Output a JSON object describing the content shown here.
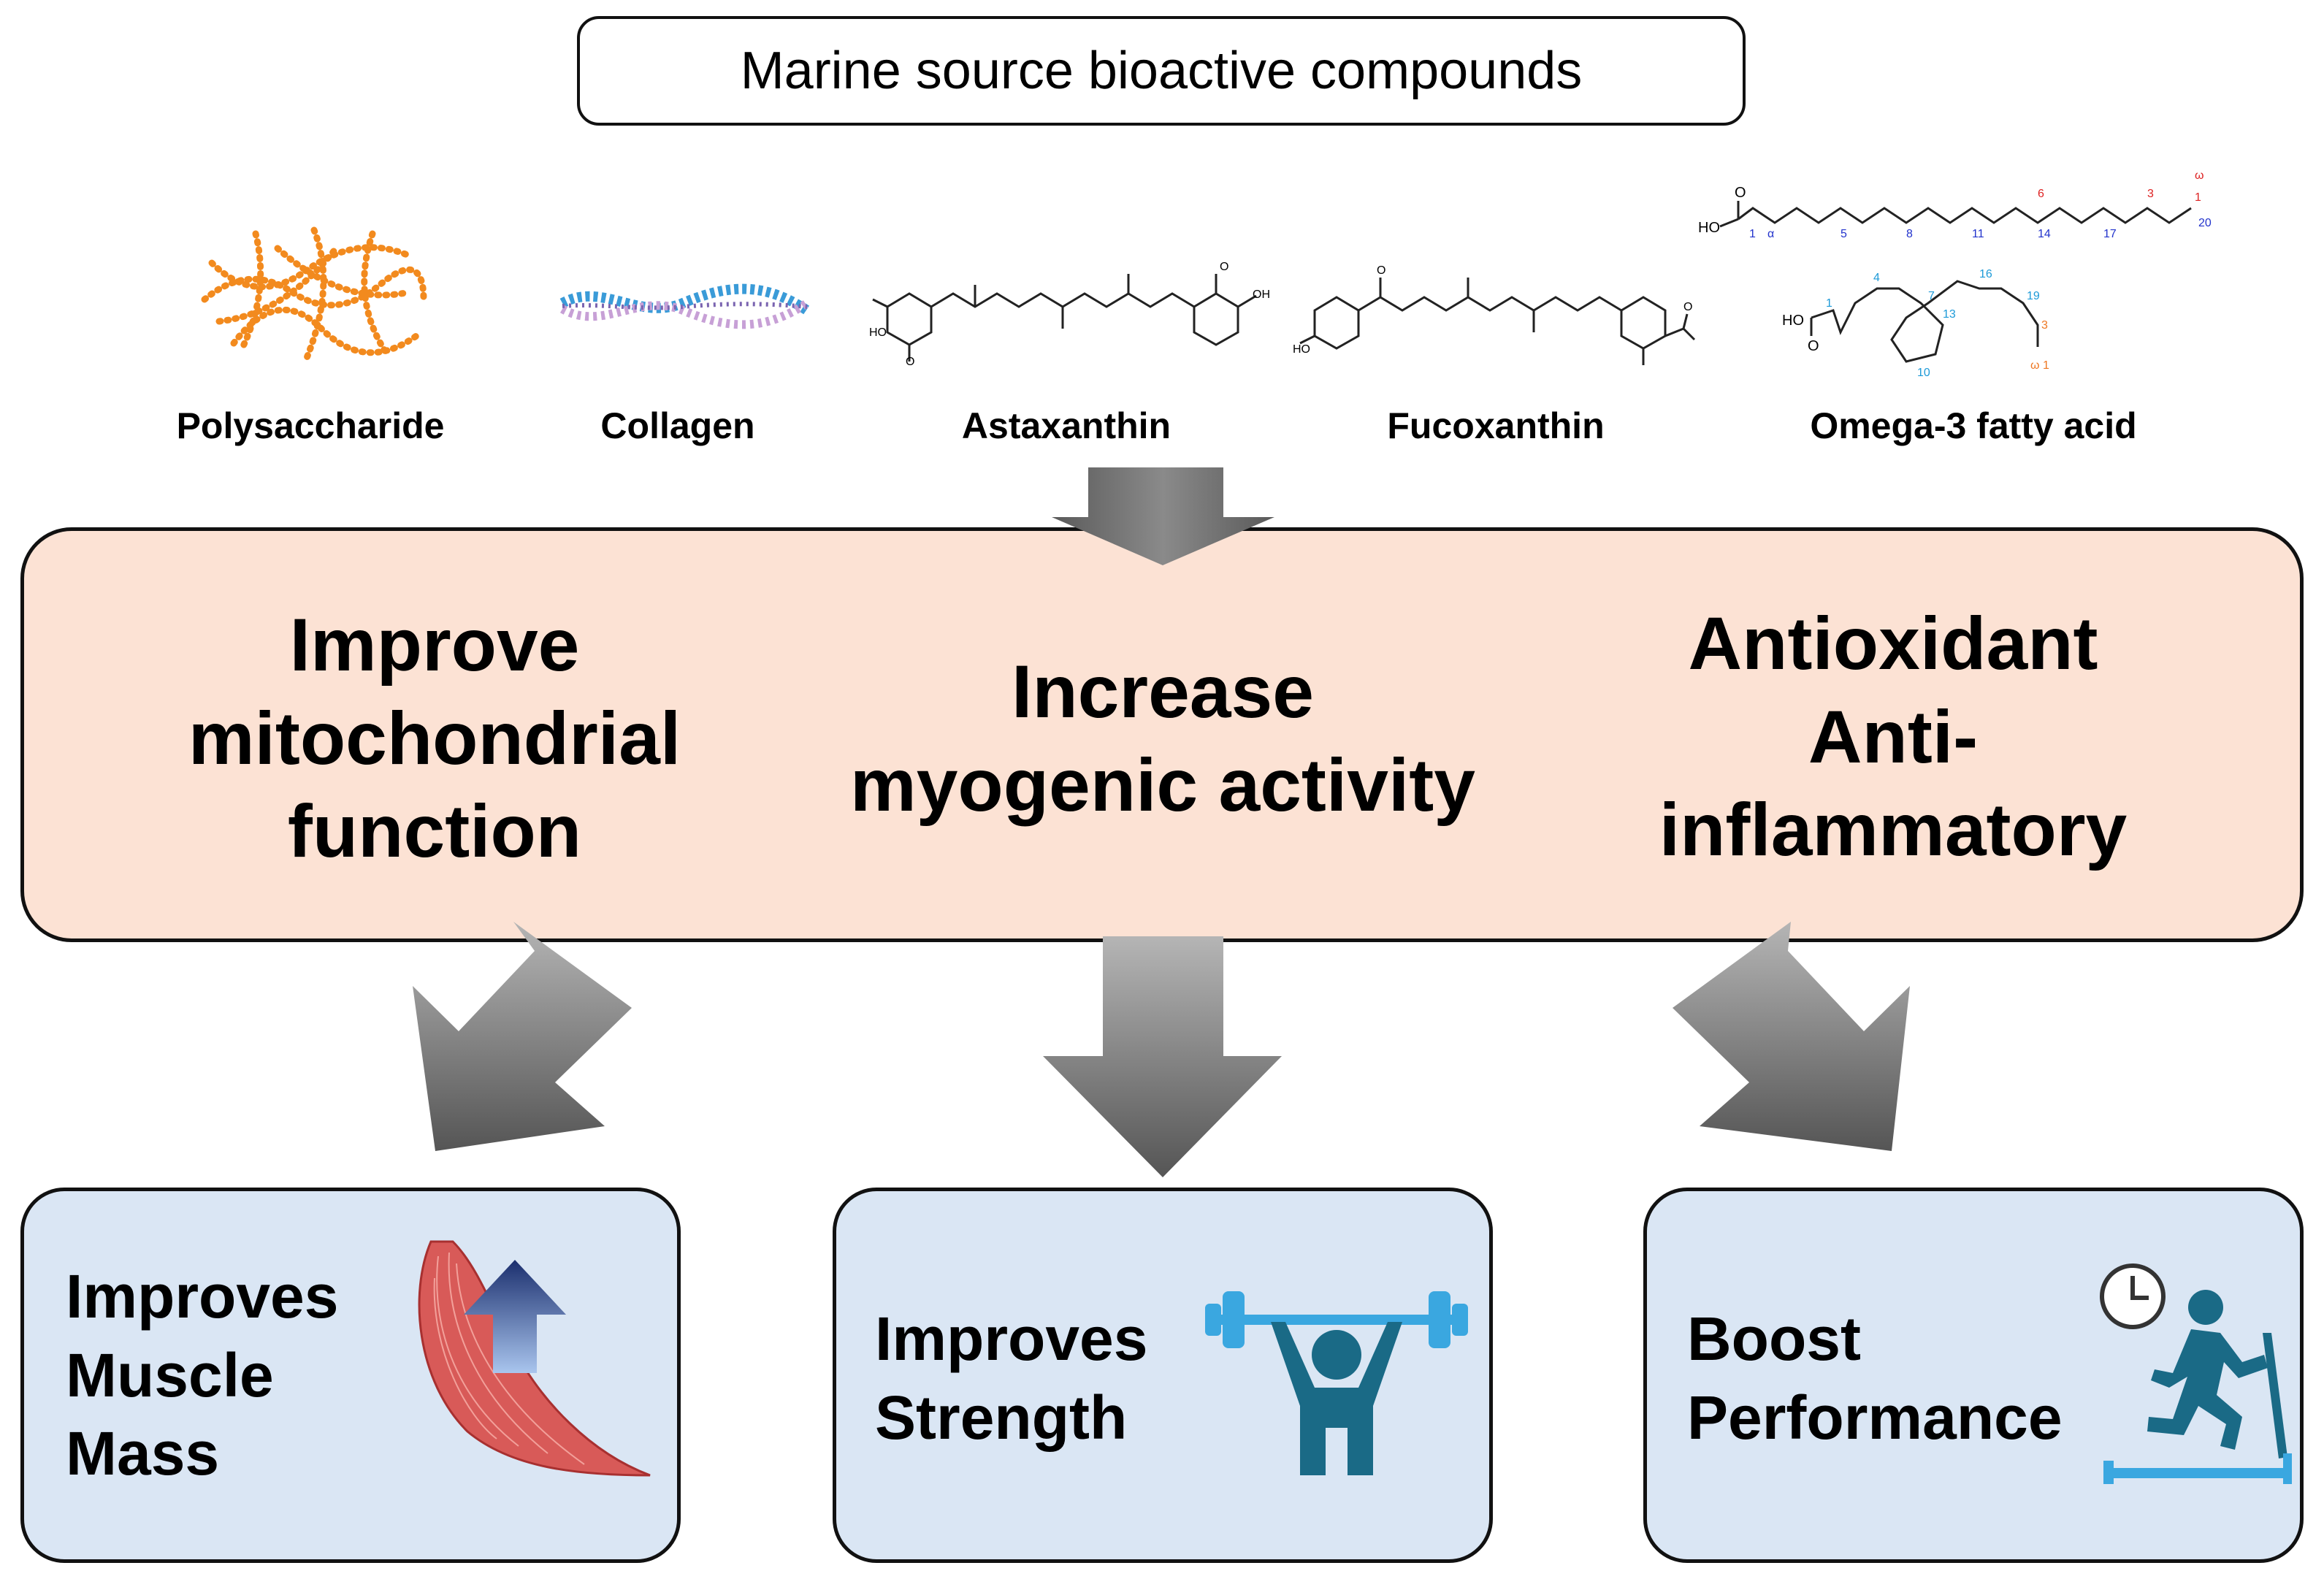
{
  "title": "Marine source bioactive compounds",
  "compounds": [
    {
      "label": "Polysaccharide"
    },
    {
      "label": "Collagen"
    },
    {
      "label": "Astaxanthin"
    },
    {
      "label": "Fucoxanthin"
    },
    {
      "label": "Omega-3 fatty acid"
    }
  ],
  "mechanisms": [
    {
      "lines": [
        "Improve",
        "mitochondrial",
        "function"
      ]
    },
    {
      "lines": [
        "Increase",
        "myogenic activity"
      ]
    },
    {
      "lines": [
        "Antioxidant",
        "Anti-",
        "inflammatory"
      ]
    }
  ],
  "outcomes": [
    {
      "lines": [
        "Improves",
        "Muscle",
        "Mass"
      ],
      "icon": "muscle-icon"
    },
    {
      "lines": [
        "Improves",
        "Strength"
      ],
      "icon": "weightlifter-icon"
    },
    {
      "lines": [
        "Boost",
        "Performance"
      ],
      "icon": "treadmill-runner-icon"
    }
  ],
  "molecule_numbers": {
    "omega_top": [
      "1",
      "α",
      "5",
      "8",
      "11",
      "14",
      "17",
      "3",
      "6",
      "20",
      "1",
      "ω"
    ],
    "omega_bottom": [
      "1",
      "4",
      "7",
      "10",
      "13",
      "16",
      "19",
      "3",
      "ω 1"
    ],
    "ho": "HO"
  },
  "colors": {
    "mechanism_fill": "#fce2d4",
    "outcome_fill": "#dae6f4",
    "icon_teal": "#1a6a86",
    "icon_blue": "#3aa7e0",
    "muscle_red": "#d85a58"
  }
}
